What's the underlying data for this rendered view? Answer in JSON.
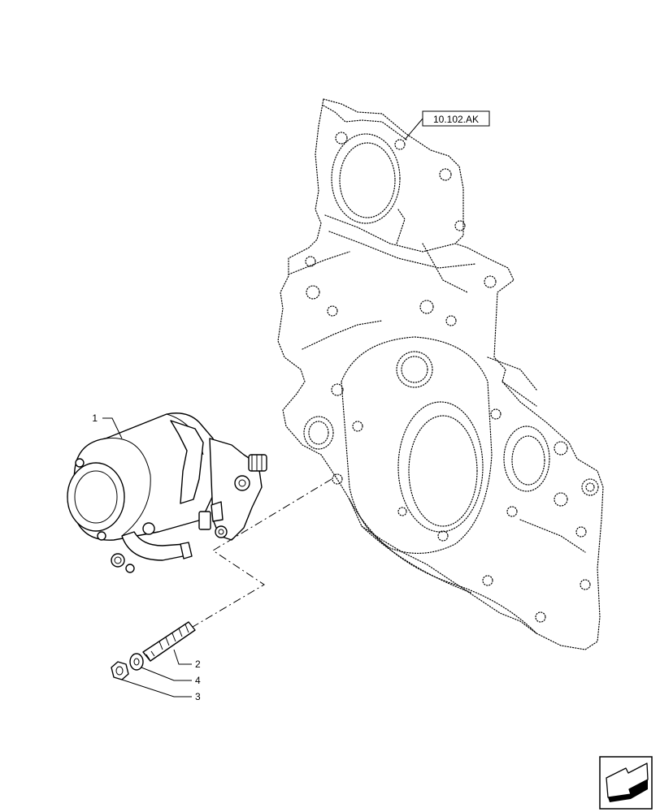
{
  "reference_box": {
    "label": "10.102.AK"
  },
  "callouts": [
    {
      "id": "1",
      "label": "1"
    },
    {
      "id": "2",
      "label": "2"
    },
    {
      "id": "4",
      "label": "4"
    },
    {
      "id": "3",
      "label": "3"
    }
  ],
  "nav_icon": {
    "icon": "next-page-arrow-icon"
  }
}
